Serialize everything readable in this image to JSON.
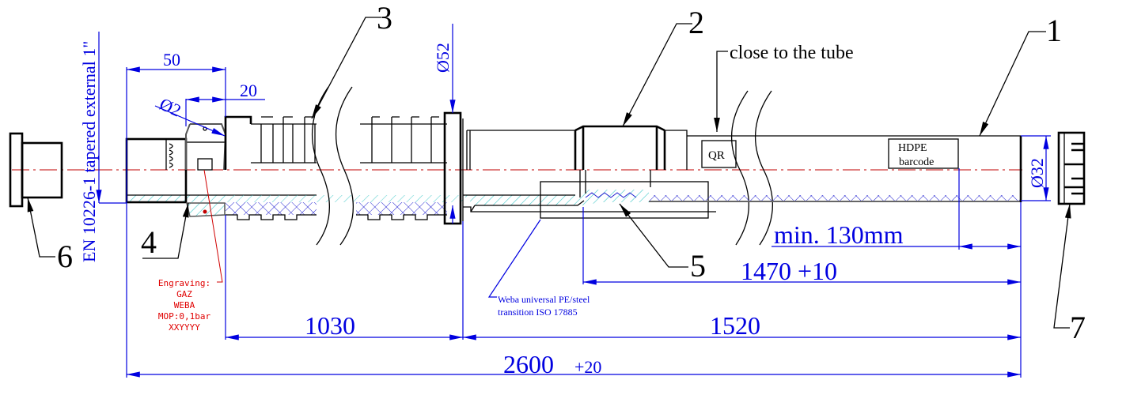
{
  "colors": {
    "dimension": "#0000e0",
    "centerline": "#c00000",
    "engraving": "#e00000",
    "hatch": "#40c8c8",
    "outline": "#000000"
  },
  "part_labels": [
    "1",
    "2",
    "3",
    "4",
    "5",
    "6",
    "7"
  ],
  "dimensions": {
    "d50": "50",
    "d20": "20",
    "dia2": "Ø2",
    "dia52": "Ø52",
    "dia32": "Ø32",
    "d1030": "1030",
    "d1520": "1520",
    "d2600": "2600",
    "d2600_tol": "+20",
    "d1470": "1470 +10",
    "min130": "min. 130mm"
  },
  "annotations": {
    "thread_spec": "EN 10226-1 tapered external 1\"",
    "close_to_tube": "close to the tube",
    "qr": "QR",
    "hdpe": "HDPE",
    "barcode": "barcode",
    "transition_line1": "Weba universal PE/steel",
    "transition_line2": "transition ISO 17885",
    "engraving": [
      "Engraving:",
      "GAZ",
      "WEBA",
      "MOP:0,1bar",
      "XXYYYY"
    ]
  }
}
